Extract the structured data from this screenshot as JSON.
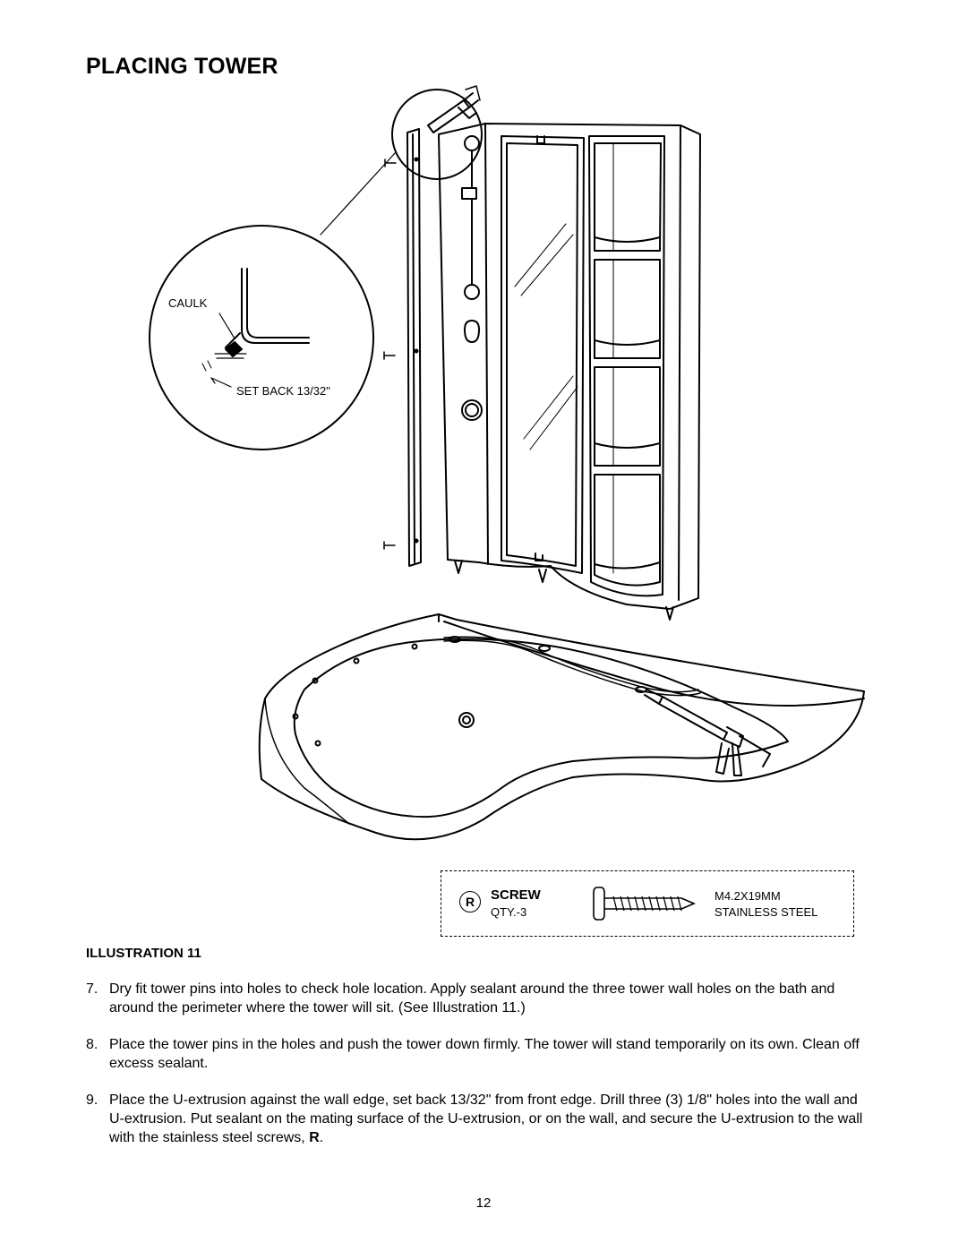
{
  "page": {
    "title": "PLACING TOWER",
    "page_number": "12"
  },
  "illustration": {
    "label": "ILLUSTRATION 11",
    "callouts": {
      "caulk": "CAULK",
      "setback": "SET BACK 13/32\""
    },
    "part": {
      "letter": "R",
      "name": "SCREW",
      "qty": "QTY.-3",
      "size": "M4.2X19MM",
      "material": "STAINLESS STEEL"
    }
  },
  "steps": [
    {
      "num": "7.",
      "text": "Dry fit tower pins into holes to check hole location.  Apply sealant around the three tower wall holes on the bath and around the perimeter where the tower will sit.  (See Illustration 11.)"
    },
    {
      "num": "8.",
      "text": "Place the tower pins in the holes and push the tower down firmly.  The tower will stand temporarily on its own.  Clean off excess sealant."
    },
    {
      "num": "9.",
      "text_before": "Place the U-extrusion against the wall edge, set back 13/32\" from front edge. Drill three (3) 1/8\" holes into the wall and U-extrusion. Put sealant on the mating surface of the U-extrusion, or on the wall, and secure the U-extrusion to the wall with the stainless steel screws, ",
      "text_bold": "R",
      "text_after": "."
    }
  ]
}
